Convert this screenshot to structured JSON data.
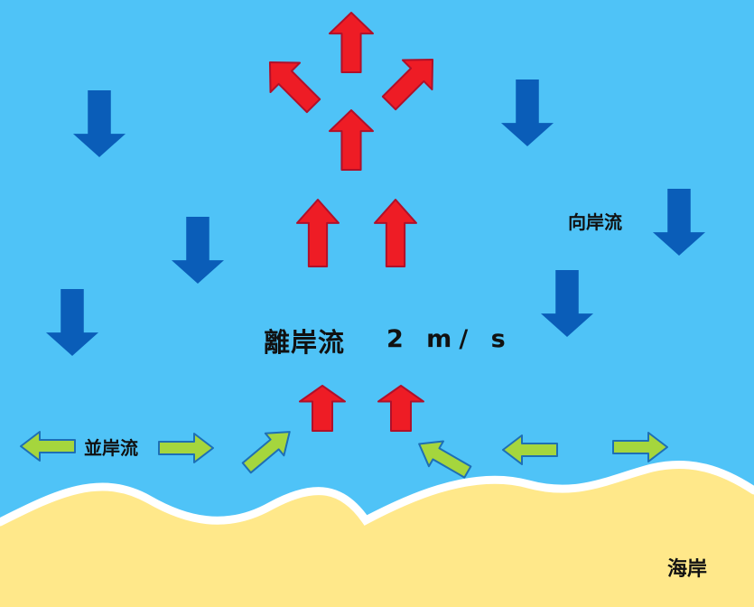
{
  "labels": {
    "rip_current": "離岸流",
    "speed": "2 m/ s",
    "onshore_current": "向岸流",
    "longshore_current": "並岸流",
    "shore": "海岸"
  },
  "colors": {
    "sea": "#4FC3F7",
    "sand": "#FFE88A",
    "foam": "#FFFFFF",
    "rip_arrow": "#EE1C25",
    "rip_arrow_outline": "#B0102A",
    "onshore_arrow": "#0A5DB8",
    "longshore_arrow": "#A5D63D",
    "longshore_arrow_outline": "#1E6FB5"
  }
}
